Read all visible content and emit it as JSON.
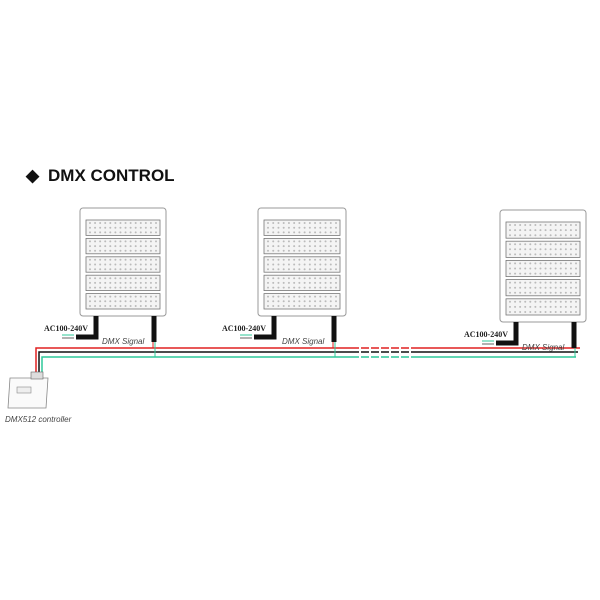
{
  "title": {
    "bullet": "◆",
    "text": "DMX CONTROL"
  },
  "fixtures": [
    {
      "power_label": "AC100-240V",
      "signal_label": "DMX Signal"
    },
    {
      "power_label": "AC100-240V",
      "signal_label": "DMX Signal"
    },
    {
      "power_label": "AC100-240V",
      "signal_label": "DMX Signal"
    }
  ],
  "controller": {
    "label": "DMX512 controller"
  },
  "colors": {
    "red": "#e02020",
    "black": "#111111",
    "green": "#2fc99a"
  }
}
